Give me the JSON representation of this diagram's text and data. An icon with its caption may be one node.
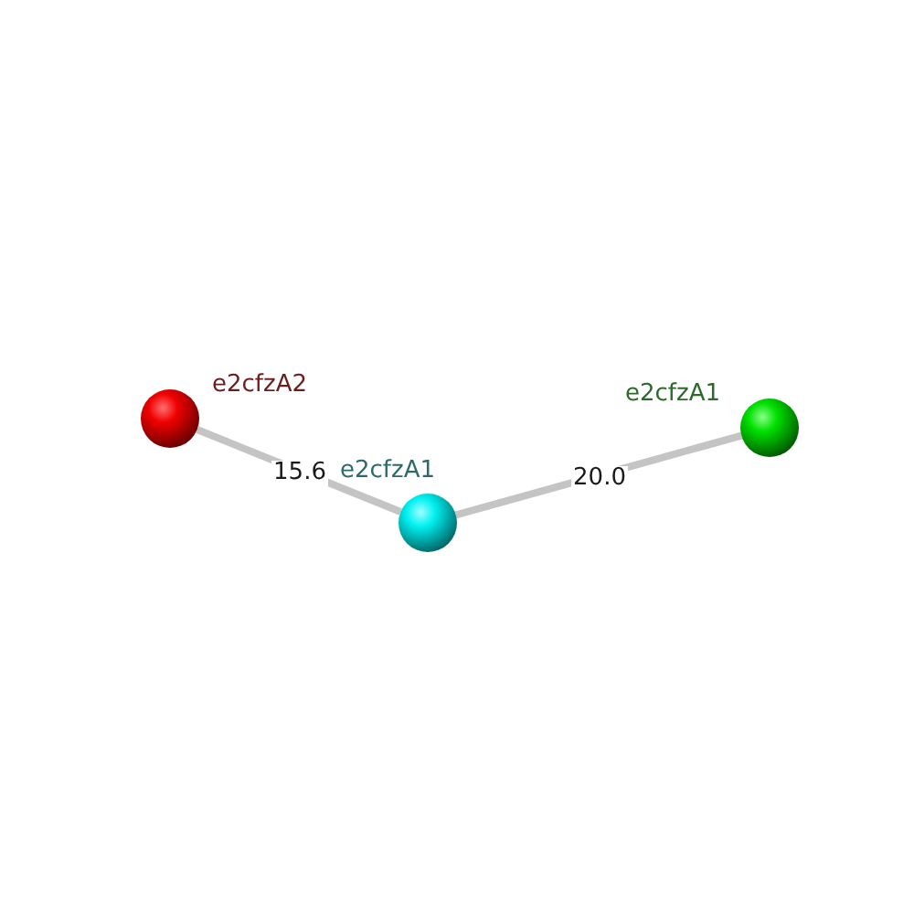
{
  "diagram": {
    "nodes": [
      {
        "text": [],
        "shape": "circle",
        "beside": [
          "e2cfzA2"
        ]
      },
      {
        "text": [],
        "shape": "circle",
        "beside": [
          "e2cfzA1"
        ]
      },
      {
        "text": [],
        "shape": "circle",
        "beside": [
          "e2cfzA1"
        ]
      }
    ],
    "edges": [
      {
        "from": 0,
        "to": 1,
        "arrow": "none",
        "label": "15.6"
      },
      {
        "from": 1,
        "to": 2,
        "arrow": "none",
        "label": "20.0"
      }
    ]
  }
}
